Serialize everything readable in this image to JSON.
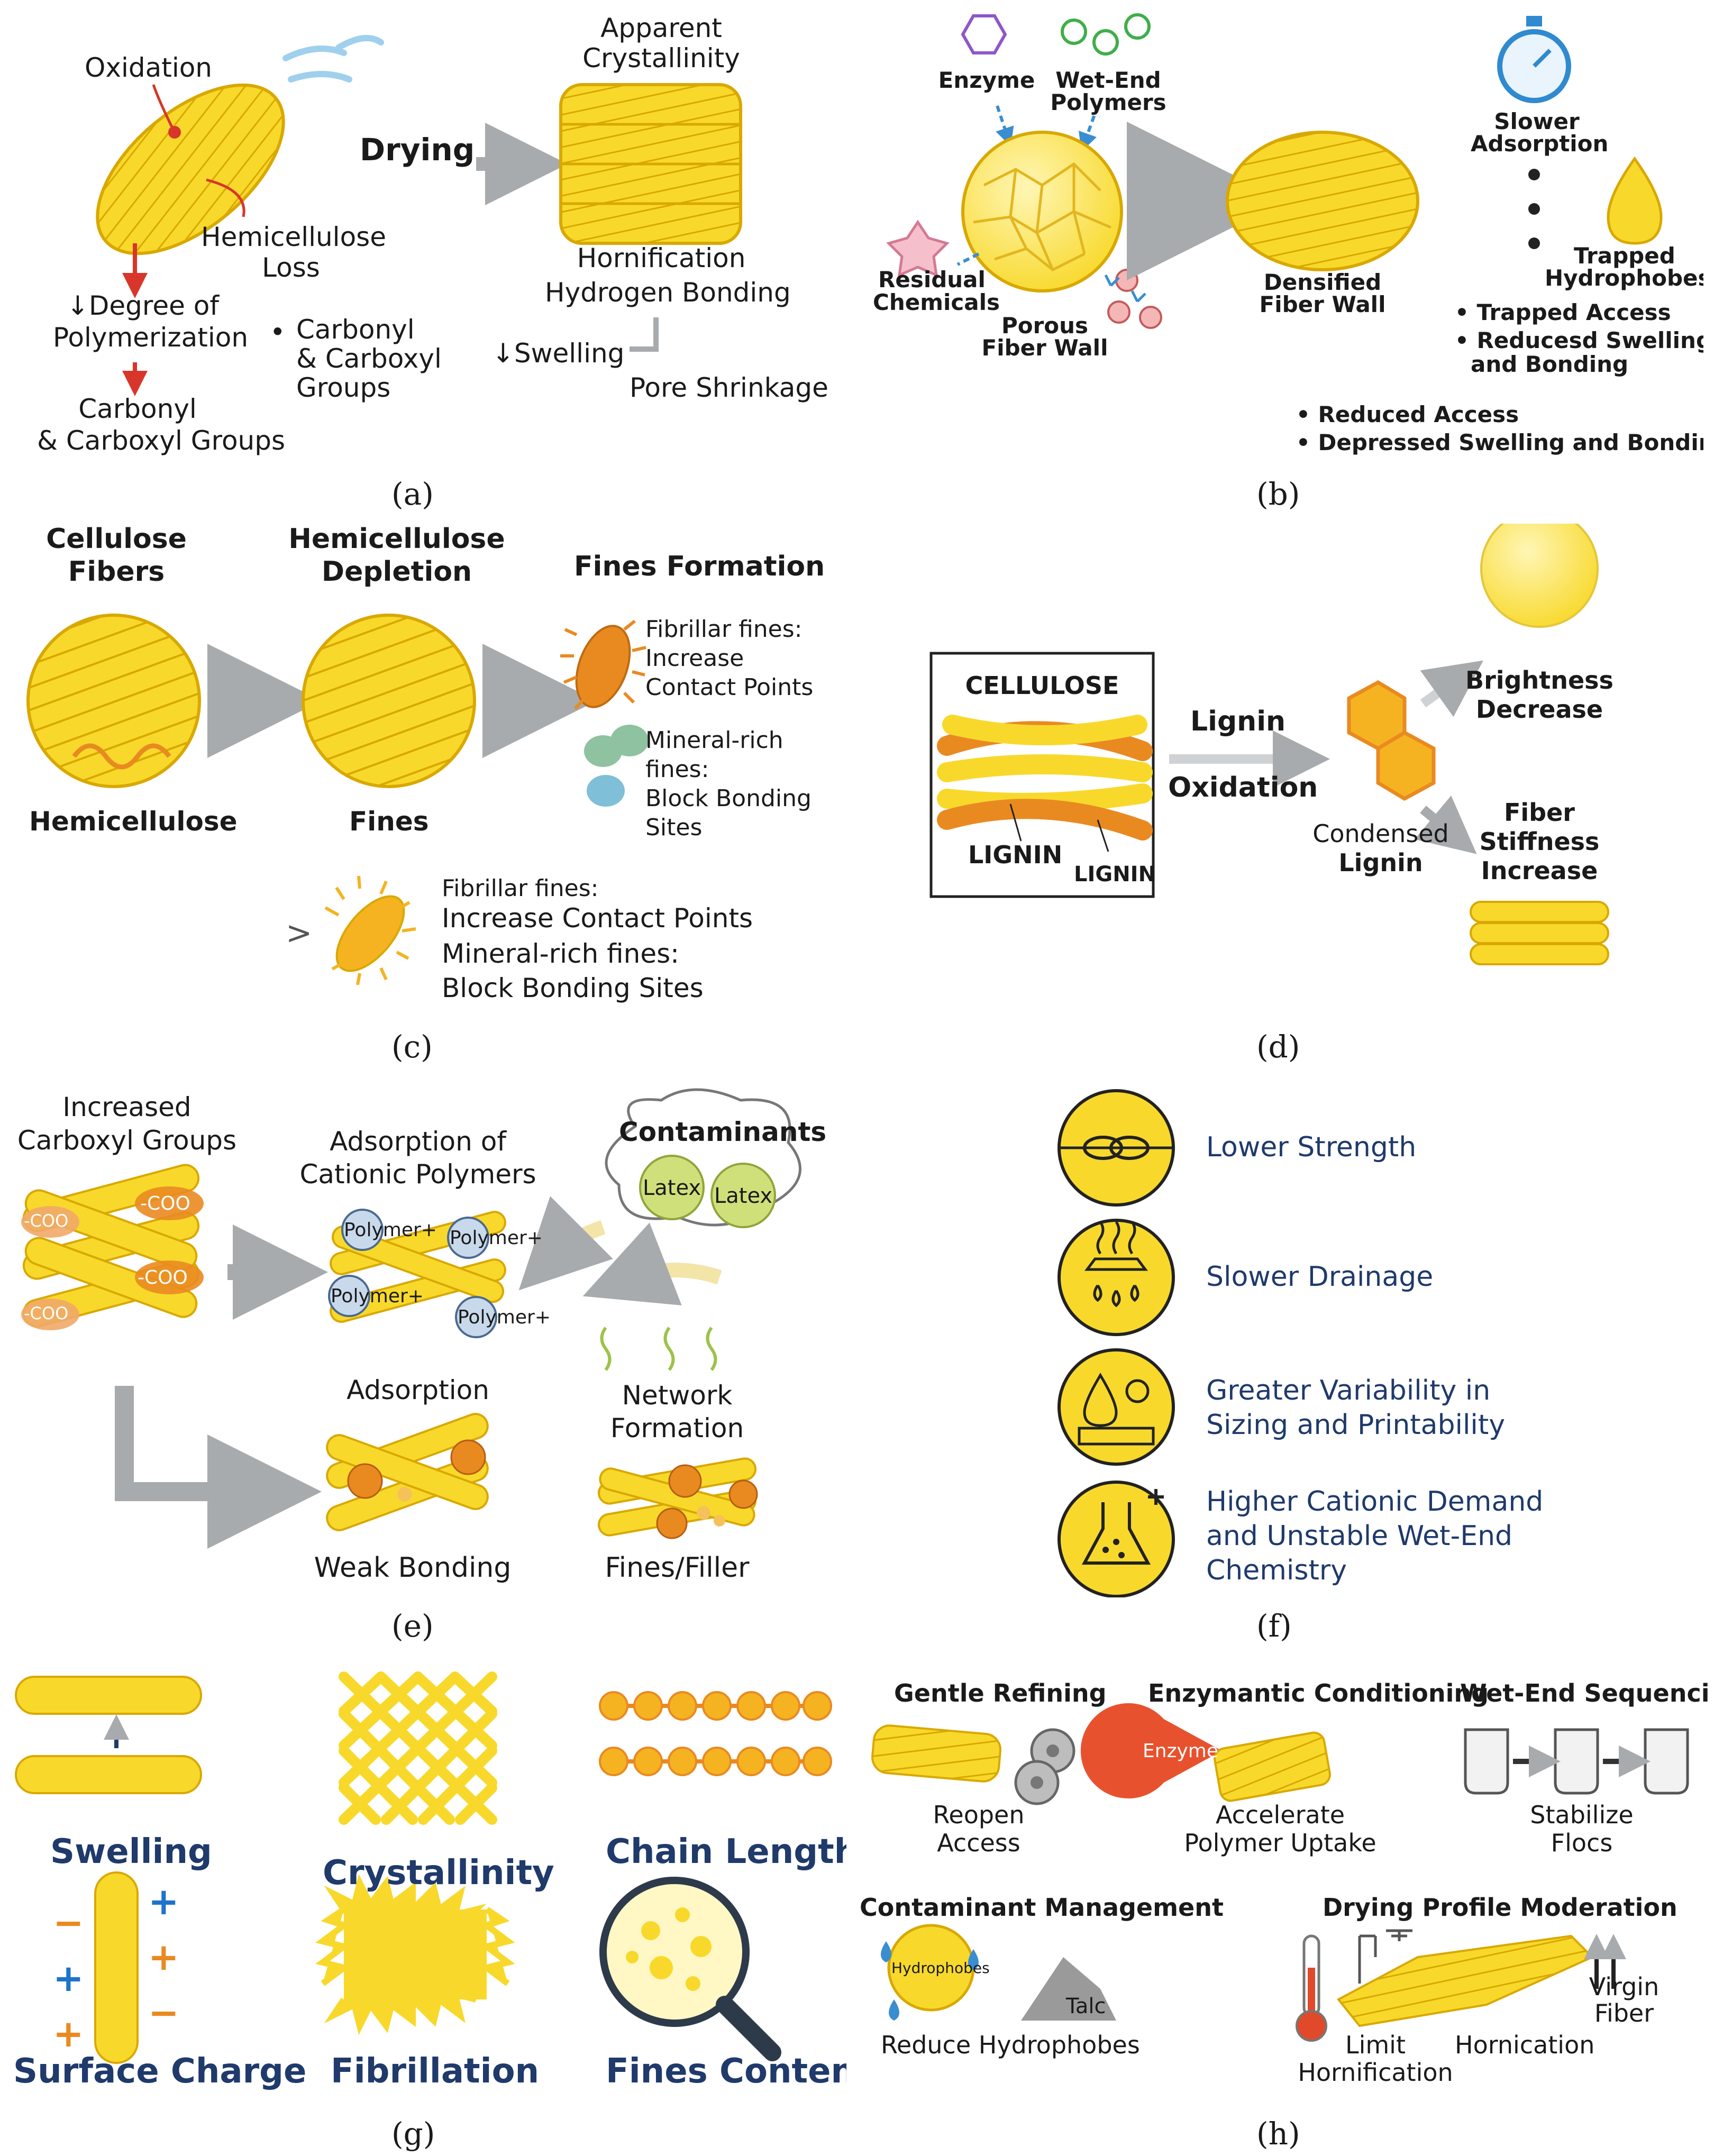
{
  "panel_labels": {
    "a": "(a)",
    "b": "(b)",
    "c": "(c)",
    "d": "(d)",
    "e": "(e)",
    "f": "(f)",
    "g": "(g)",
    "h": "(h)"
  },
  "colors": {
    "fiber_yellow": "#f8d92b",
    "fiber_outline": "#d9a800",
    "arrow_gray": "#a7abad",
    "red_arrow": "#d8362a",
    "navy_text": "#1f3a6b",
    "orange": "#e98a21",
    "blue_sign": "#1e74c9"
  },
  "a": {
    "oxidation": "Oxidation",
    "drying": "Drying",
    "apparent": "Apparent",
    "crystallinity": "Crystallinity",
    "hemi_1": "Hemicellulose",
    "hemi_2": "Loss",
    "hornification": "Hornification",
    "hbond": "Hydrogen Bonding",
    "dp_1": "↓Degree of",
    "dp_2": "Polymerization",
    "carb_mid_bullet": "•",
    "carb_mid_1": "Carbonyl",
    "carb_mid_2": "& Carboxyl",
    "carb_mid_3": "Groups",
    "swelling": "↓Swelling",
    "pore": "Pore Shrinkage",
    "carb_bot_1": "Carbonyl",
    "carb_bot_2": "& Carboxyl  Groups"
  },
  "b": {
    "enzyme": "Enzyme",
    "wetend_1": "Wet-End",
    "wetend_2": "Polymers",
    "slower_1": "Slower",
    "slower_2": "Adsorption",
    "residual_1": "Residual",
    "residual_2": "Chemicals",
    "porous_1": "Porous",
    "porous_2": "Fiber Wall",
    "densified_1": "Densified",
    "densified_2": "Fiber Wall",
    "trapped_1": "Trapped",
    "trapped_2": "Hydrophobes",
    "list1": [
      "Trapped Access",
      "Reducesd Swelling",
      "and Bonding"
    ],
    "list2": [
      "Reduced Access",
      "Depressed Swelling and Bonding"
    ]
  },
  "c": {
    "h1_1": "Cellulose",
    "h1_2": "Fibers",
    "h2_1": "Hemicellulose",
    "h2_2": "Depletion",
    "h3": "Fines Formation",
    "below1": "Hemicellulose",
    "below2": "Fines",
    "fib_1": "Fibrillar fines:",
    "fib_2": "Increase",
    "fib_3": "Contact Points",
    "min_1": "Mineral-rich",
    "min_2": "fines:",
    "min_3": "Block Bonding",
    "min_4": "Sites",
    "chev": ">",
    "bot_1": "Fibrillar fines:",
    "bot_2": "Increase Contact Points",
    "bot_3": "Mineral-rich fines:",
    "bot_4": "Block Bonding Sites"
  },
  "d": {
    "cellulose": "CELLULOSE",
    "lignin_a": "LIGNIN",
    "lignin_b": "LIGNIN",
    "arrow_top": "Lignin",
    "arrow_bot": "Oxidation",
    "condensed_1": "Condensed",
    "condensed_2": "Lignin",
    "bright_1": "Brightness",
    "bright_2": "Decrease",
    "stiff_1": "Fiber",
    "stiff_2": "Stiffness",
    "stiff_3": "Increase"
  },
  "e": {
    "inc_1": "Increased",
    "inc_2": "Carboxyl Groups",
    "coo": "-COO",
    "ads_1": "Adsorption of",
    "ads_2": "Cationic Polymers",
    "poly": "Polymer+",
    "cont": "Contaminants",
    "latex": "Latex",
    "adsorption": "Adsorption",
    "net_1": "Network",
    "net_2": "Formation",
    "weak": "Weak Bonding",
    "fines": "Fines/Filler"
  },
  "f": {
    "items": [
      {
        "l1": "Lower Strength",
        "l2": ""
      },
      {
        "l1": "Slower Drainage",
        "l2": ""
      },
      {
        "l1": "Greater Variability in",
        "l2": "Sizing and Printability"
      },
      {
        "l1": "Higher Cationic Demand",
        "l2": "and Unstable Wet-End",
        "l3": "Chemistry"
      }
    ]
  },
  "g": {
    "swelling": "Swelling",
    "crystallinity": "Crystallinity",
    "chain": "Chain Length",
    "surface": "Surface Charge",
    "fibrillation": "Fibrillation",
    "fines": "Fines Content",
    "plus": "+",
    "minus": "−"
  },
  "h": {
    "gentle": "Gentle Refining",
    "enzymatic": "Enzymantic Conditioning",
    "wetend": "Wet-End Sequencing",
    "reopen_1": "Reopen",
    "reopen_2": "Access",
    "enzyme": "Enzyme",
    "accel_1": "Accelerate",
    "accel_2": "Polymer Uptake",
    "stab_1": "Stabilize",
    "stab_2": "Flocs",
    "contam": "Contaminant Management",
    "drying": "Drying Profile Moderation",
    "hydrophobes": "Hydrophobes",
    "talc": "Talc",
    "reduce": "Reduce Hydrophobes",
    "limit_1": "Limit",
    "limit_2": "Hornification",
    "horn": "Hornication",
    "virgin_1": "Virgin",
    "virgin_2": "Fiber"
  }
}
